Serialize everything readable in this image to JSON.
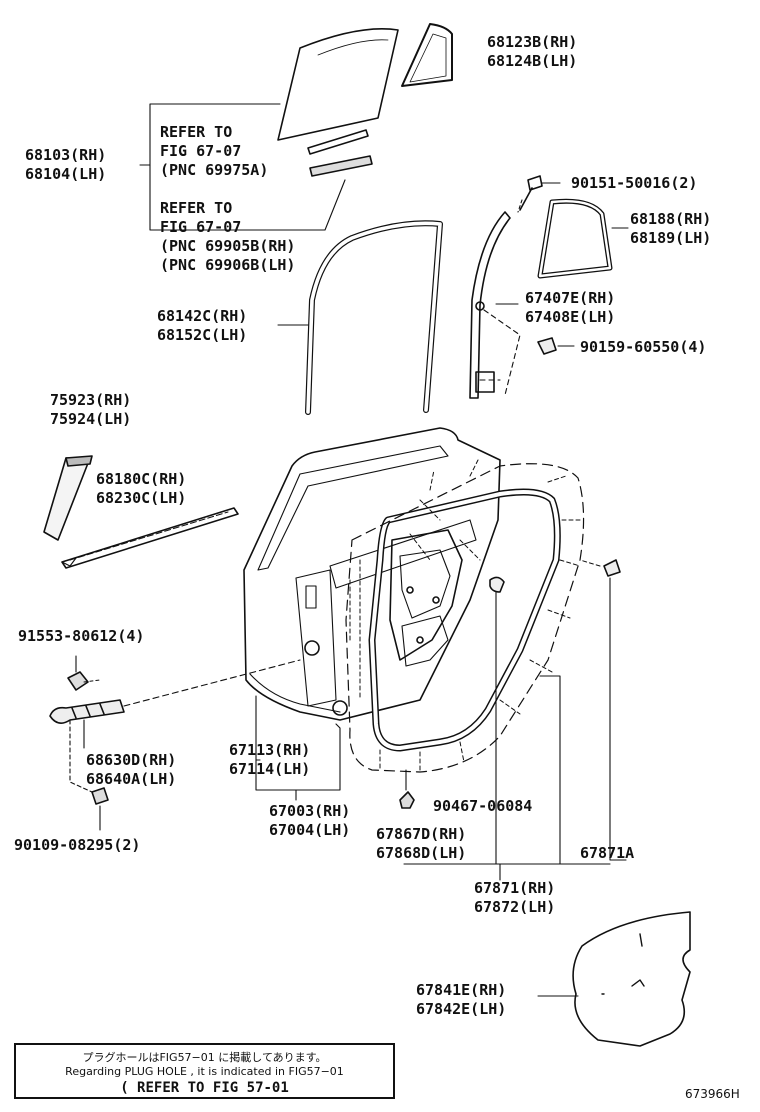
{
  "labels": {
    "p68123b": "68123B(RH)",
    "p68124b": "68124B(LH)",
    "p68103": "68103(RH)",
    "p68104": "68104(LH)",
    "refer1_a": "REFER TO",
    "refer1_b": "FIG 67-07",
    "refer1_c": "(PNC 69975A)",
    "refer2_a": "REFER TO",
    "refer2_b": "FIG 67-07",
    "refer2_c": "(PNC 69905B(RH)",
    "refer2_d": "(PNC 69906B(LH)",
    "p90151": "90151-50016(2)",
    "p68188": "68188(RH)",
    "p68189": "68189(LH)",
    "p68142c": "68142C(RH)",
    "p68152c": "68152C(LH)",
    "p67407e": "67407E(RH)",
    "p67408e": "67408E(LH)",
    "p90159": "90159-60550(4)",
    "p75923": "75923(RH)",
    "p75924": "75924(LH)",
    "p68180c": "68180C(RH)",
    "p68230c": "68230C(LH)",
    "p91553": "91553-80612(4)",
    "p68630d": "68630D(RH)",
    "p68640a": "68640A(LH)",
    "p90109": "90109-08295(2)",
    "p67113": "67113(RH)",
    "p67114": "67114(LH)",
    "p67003": "67003(RH)",
    "p67004": "67004(LH)",
    "p90467": "90467-06084",
    "p67867d": "67867D(RH)",
    "p67868d": "67868D(LH)",
    "p67871a": "67871A",
    "p67871": "67871(RH)",
    "p67872": "67872(LH)",
    "p67841e": "67841E(RH)",
    "p67842e": "67842E(LH)"
  },
  "note": {
    "line1": "プラグホールはFIG57−01 に掲載してあります。",
    "line2": "Regarding PLUG HOLE , it is indicated in FIG57−01",
    "line3": "( REFER TO FIG 57-01"
  },
  "figure_id": "673966H"
}
